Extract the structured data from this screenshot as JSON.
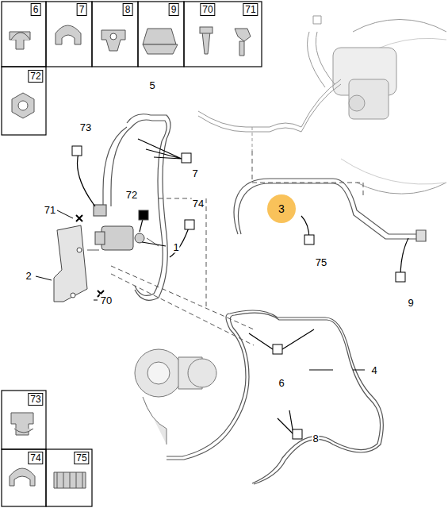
{
  "diagram": {
    "nodes": [
      {
        "text": [
          "3"
        ]
      }
    ],
    "labels": [
      "6",
      "7",
      "8",
      "9",
      "70",
      "71",
      "72",
      "73",
      "74",
      "75",
      "5",
      "73",
      "7",
      "72",
      "71",
      "74",
      "1",
      "2",
      "70",
      "75",
      "9",
      "6",
      "4",
      "8"
    ]
  }
}
